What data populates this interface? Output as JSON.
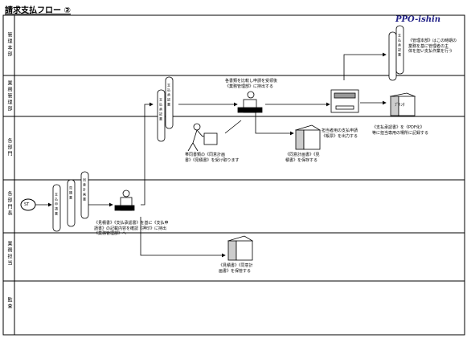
{
  "title": "請求支払フロー ②",
  "brand": "PPO-ishin",
  "lanes": [
    "管理本部",
    "業務管理部",
    "各部門",
    "各部門長",
    "業務担当",
    "監査"
  ],
  "start": "ST",
  "docs": {
    "request": "支払申請書",
    "estimate": "見積書",
    "contract": "同意計画書",
    "approved": "支払承認書",
    "doc_top": "支払承認書",
    "doc_right": "支払承認書"
  },
  "notes": {
    "top_right": "《管理本部》はこの時期の\n業務を基に管理者の主\n体を担い支払作業を行う",
    "center_top": "各書類を比較し申請を受領後\n《業務管理部》に持出する",
    "worker": "帯同書類の《同意計画\n書》《見積書》を受け取ります",
    "archive_mid": "《同意計画書》《見\n積書》を保存する",
    "printer_note": "担当者用の支払申請\n《帳票》を出力する",
    "archive_right": "《支払承認書》を《PDF化》\n等に担当専用の場所に記録する",
    "applicant": "《見積書》《支払承認書》を基に《支払申\n請書》の記載内容を確認《押印》に持出\n《業務管理部》へ",
    "archive_bottom": "《見積書》《同意計\n画書》を保管する"
  },
  "icon_labels": {
    "printer_box": "ﾌﾟﾘﾝﾀ"
  }
}
